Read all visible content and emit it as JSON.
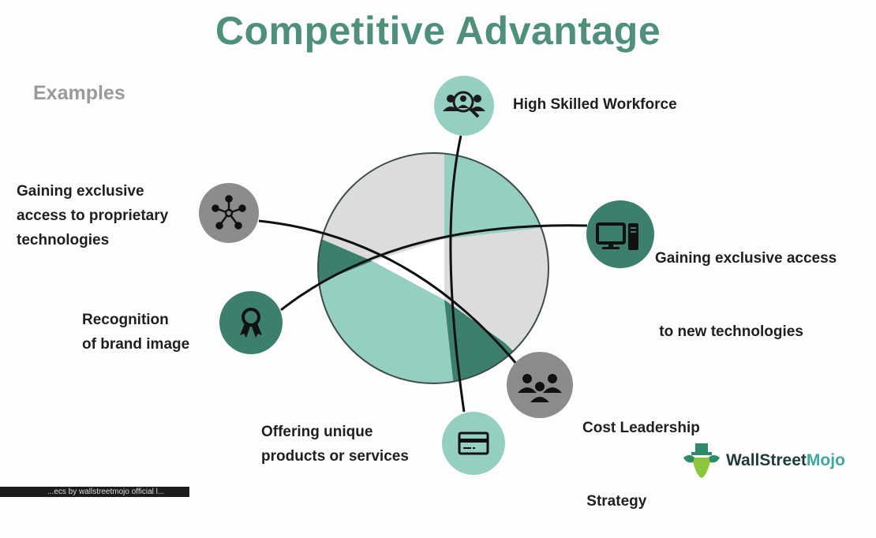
{
  "title": "Competitive Advantage",
  "subtitle": "Examples",
  "colors": {
    "title": "#4f8f7d",
    "light_teal": "#95cfc2",
    "dark_teal": "#3b7f6c",
    "gray_node": "#8c8c8c",
    "light_gray_segment": "#dcdcdc"
  },
  "examples": [
    {
      "id": "high-skilled-workforce",
      "lines": [
        "High Skilled Workforce"
      ],
      "icon": "workforce-search-icon",
      "node_color": "light_teal"
    },
    {
      "id": "proprietary-technologies",
      "lines": [
        "Gaining exclusive",
        "access to proprietary",
        "technologies"
      ],
      "icon": "network-hub-icon",
      "node_color": "gray"
    },
    {
      "id": "new-technologies",
      "lines": [
        "Gaining exclusive access",
        " to new technologies"
      ],
      "icon": "desktop-computer-icon",
      "node_color": "dark_teal"
    },
    {
      "id": "brand-image",
      "lines": [
        "Recognition",
        "of brand image"
      ],
      "icon": "award-ribbon-icon",
      "node_color": "dark_teal"
    },
    {
      "id": "cost-leadership",
      "lines": [
        "Cost Leadership",
        " Strategy"
      ],
      "icon": "group-people-icon",
      "node_color": "gray"
    },
    {
      "id": "unique-products",
      "lines": [
        "Offering unique",
        "products or services"
      ],
      "icon": "credit-card-icon",
      "node_color": "light_teal"
    }
  ],
  "logo": {
    "part1": "WallStreet",
    "part2": "Mojo"
  },
  "bottom_bar": {
    "text": "...ecs by wallstreetmojo official l..."
  }
}
